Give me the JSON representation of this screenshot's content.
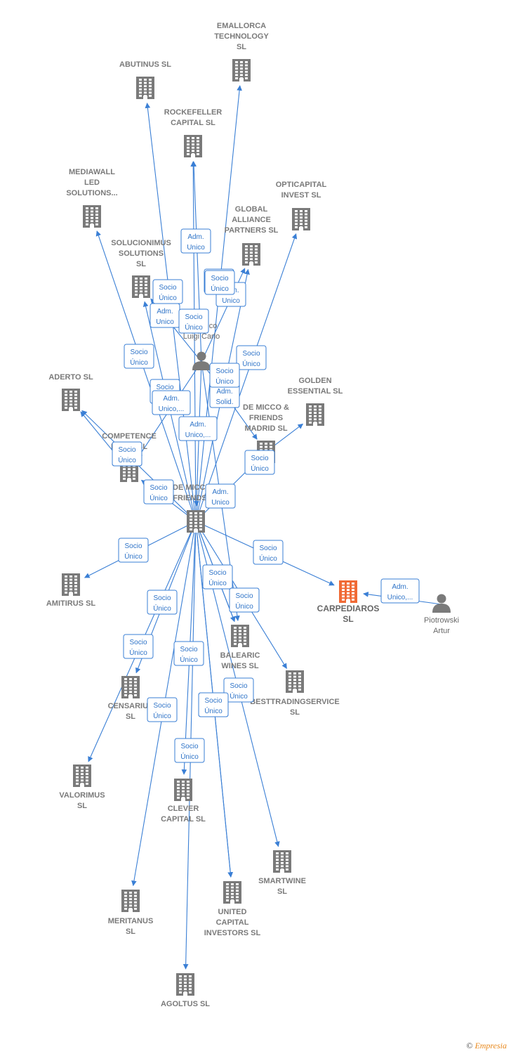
{
  "graph": {
    "nodes": [
      {
        "id": "emallorca",
        "type": "company",
        "lines": [
          "EMALLORCA",
          "TECHNOLOGY",
          "SL"
        ]
      },
      {
        "id": "abutinus",
        "type": "company",
        "lines": [
          "ABUTINUS  SL"
        ]
      },
      {
        "id": "rockefeller",
        "type": "company",
        "lines": [
          "ROCKEFELLER",
          "CAPITAL  SL"
        ]
      },
      {
        "id": "mediawall",
        "type": "company",
        "lines": [
          "MEDIAWALL",
          "LED",
          "SOLUTIONS..."
        ]
      },
      {
        "id": "opticapital",
        "type": "company",
        "lines": [
          "OPTICAPITAL",
          "INVEST  SL"
        ]
      },
      {
        "id": "global",
        "type": "company",
        "lines": [
          "GLOBAL",
          "ALLIANCE",
          "PARTNERS  SL"
        ]
      },
      {
        "id": "solucionimus",
        "type": "company",
        "lines": [
          "SOLUCIONIMUS",
          "SOLUTIONS",
          "SL"
        ]
      },
      {
        "id": "decicco",
        "type": "person",
        "lines": [
          "De Cicco",
          "Luigi Carlo"
        ]
      },
      {
        "id": "aderto",
        "type": "company",
        "lines": [
          "ADERTO  SL"
        ]
      },
      {
        "id": "golden",
        "type": "company",
        "lines": [
          "GOLDEN",
          "ESSENTIAL  SL"
        ]
      },
      {
        "id": "demiccomadrid",
        "type": "company",
        "lines": [
          "DE MICCO &",
          "FRIENDS",
          "MADRID  SL"
        ]
      },
      {
        "id": "competence",
        "type": "company",
        "lines": [
          "COMPETENCE",
          "PRIME  SL"
        ]
      },
      {
        "id": "demicco",
        "type": "company",
        "lines": [
          "DE MICCO &",
          "FRIENDS SL"
        ]
      },
      {
        "id": "amitirus",
        "type": "company",
        "lines": [
          "AMITIRUS  SL"
        ]
      },
      {
        "id": "carpediaros",
        "type": "company",
        "highlight": true,
        "lines": [
          "CARPEDIAROS",
          "SL"
        ]
      },
      {
        "id": "piotrowski",
        "type": "person",
        "lines": [
          "Piotrowski",
          "Artur"
        ]
      },
      {
        "id": "balearic",
        "type": "company",
        "lines": [
          "BALEARIC",
          "WINES  SL"
        ]
      },
      {
        "id": "besttrading",
        "type": "company",
        "lines": [
          "BESTTRADINGSERVICE",
          "SL"
        ]
      },
      {
        "id": "censarius",
        "type": "company",
        "lines": [
          "CENSARIUS",
          "SL"
        ]
      },
      {
        "id": "valorimus",
        "type": "company",
        "lines": [
          "VALORIMUS",
          "SL"
        ]
      },
      {
        "id": "clever",
        "type": "company",
        "lines": [
          "CLEVER",
          "CAPITAL  SL"
        ]
      },
      {
        "id": "smartwine",
        "type": "company",
        "lines": [
          "SMARTWINE",
          "SL"
        ]
      },
      {
        "id": "meritanus",
        "type": "company",
        "lines": [
          "MERITANUS",
          "SL"
        ]
      },
      {
        "id": "united",
        "type": "company",
        "lines": [
          "UNITED",
          "CAPITAL",
          "INVESTORS  SL"
        ]
      },
      {
        "id": "agoltus",
        "type": "company",
        "lines": [
          "AGOLTUS  SL"
        ]
      }
    ],
    "edges": [
      {
        "from": "demicco",
        "to": "emallorca",
        "label": [
          "Socio",
          "Único"
        ]
      },
      {
        "from": "demicco",
        "to": "abutinus",
        "label": [
          "Socio",
          "Único"
        ]
      },
      {
        "from": "decicco",
        "to": "rockefeller",
        "label": [
          "Adm.",
          "Unico"
        ]
      },
      {
        "from": "demicco",
        "to": "mediawall",
        "label": [
          "Socio",
          "Único"
        ]
      },
      {
        "from": "demicco",
        "to": "opticapital",
        "label": [
          "Socio",
          "Único"
        ]
      },
      {
        "from": "decicco",
        "to": "global",
        "label": [
          "Adm.",
          "Unico"
        ]
      },
      {
        "from": "demicco",
        "to": "global",
        "label": [
          "Socio",
          "Único"
        ]
      },
      {
        "from": "decicco",
        "to": "solucionimus",
        "label": [
          "Adm.",
          "Unico"
        ]
      },
      {
        "from": "demicco",
        "to": "rockefeller",
        "label": [
          "Socio",
          "Único"
        ]
      },
      {
        "from": "demicco",
        "to": "solucionimus",
        "label": [
          "Socio",
          "Único"
        ]
      },
      {
        "from": "demicco",
        "to": "aderto",
        "label": [
          "Socio",
          "Único"
        ]
      },
      {
        "from": "decicco",
        "to": "competence",
        "label": [
          "Adm.",
          "Unico,..."
        ]
      },
      {
        "from": "decicco",
        "to": "demiccomadrid",
        "label": [
          "Adm.",
          "Solid."
        ]
      },
      {
        "from": "demicco",
        "to": "demiccomadrid",
        "label": [
          "Socio",
          "Único"
        ]
      },
      {
        "from": "decicco",
        "to": "demicco",
        "label": [
          "Adm.",
          "Unico,..."
        ]
      },
      {
        "from": "demiccomadrid",
        "to": "golden",
        "label": [
          "Socio",
          "Único"
        ]
      },
      {
        "from": "competence",
        "to": "aderto",
        "label": [
          "Socio",
          "Único"
        ]
      },
      {
        "from": "demicco",
        "to": "competence",
        "label": [
          "Socio",
          "Único"
        ]
      },
      {
        "from": "demicco",
        "to": "balearic",
        "label": [
          "Socio",
          "Único"
        ]
      },
      {
        "from": "decicco",
        "to": "balearic",
        "label": [
          "Adm.",
          "Unico"
        ]
      },
      {
        "from": "demicco",
        "to": "amitirus",
        "label": [
          "Socio",
          "Único"
        ]
      },
      {
        "from": "demicco",
        "to": "carpediaros",
        "label": [
          "Socio",
          "Único"
        ]
      },
      {
        "from": "piotrowski",
        "to": "carpediaros",
        "label": [
          "Adm.",
          "Unico,..."
        ]
      },
      {
        "from": "demicco",
        "to": "balearic",
        "label": [
          "Socio",
          "Único"
        ]
      },
      {
        "from": "demicco",
        "to": "besttrading",
        "label": [
          "Socio",
          "Único"
        ]
      },
      {
        "from": "demicco",
        "to": "censarius",
        "label": [
          "Socio",
          "Único"
        ]
      },
      {
        "from": "demicco",
        "to": "valorimus",
        "label": [
          "Socio",
          "Único"
        ]
      },
      {
        "from": "demicco",
        "to": "clever",
        "label": [
          "Socio",
          "Único"
        ]
      },
      {
        "from": "demicco",
        "to": "meritanus",
        "label": [
          "Socio",
          "Único"
        ]
      },
      {
        "from": "demicco",
        "to": "agoltus",
        "label": [
          "Socio",
          "Único"
        ]
      },
      {
        "from": "demicco",
        "to": "united",
        "label": [
          "Socio",
          "Único"
        ]
      },
      {
        "from": "demicco",
        "to": "smartwine",
        "label": [
          "Socio",
          "Único"
        ]
      },
      {
        "from": "demicco",
        "to": "united",
        "label": [
          "Socio",
          "Único"
        ]
      }
    ]
  },
  "watermark": {
    "copyright": "©",
    "brand": "Empresia"
  },
  "colors": {
    "edge": "#3a7fd5",
    "building": "#7a7a7a",
    "highlight": "#f06a35",
    "person": "#7a7a7a"
  }
}
